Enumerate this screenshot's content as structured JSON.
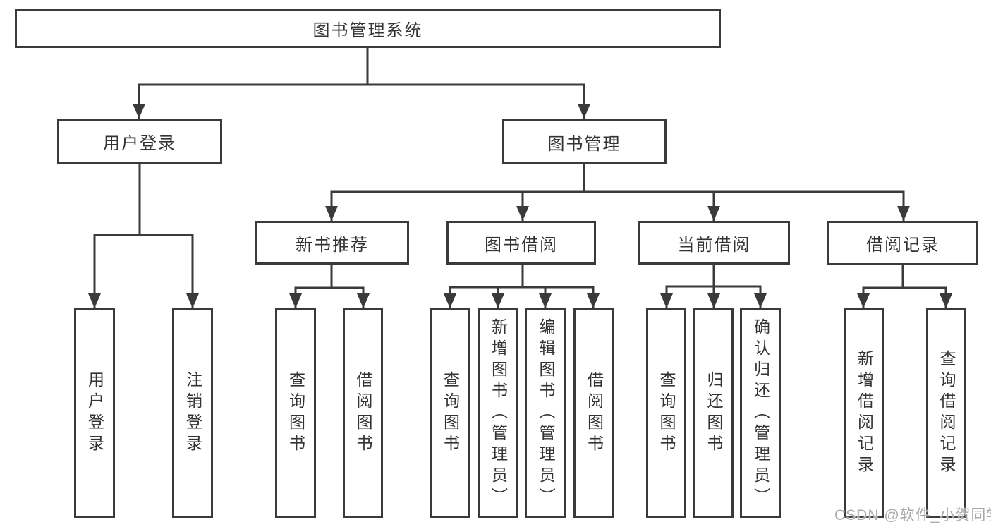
{
  "diagram_type": "hierarchy-tree",
  "root": {
    "label": "图书管理系统"
  },
  "level2": [
    {
      "id": "user-login",
      "label": "用户登录",
      "parent": "图书管理系统"
    },
    {
      "id": "book-management",
      "label": "图书管理",
      "parent": "图书管理系统"
    }
  ],
  "level3": [
    {
      "id": "new-book-recommend",
      "label": "新书推荐",
      "parent": "图书管理"
    },
    {
      "id": "book-borrow",
      "label": "图书借阅",
      "parent": "图书管理"
    },
    {
      "id": "current-borrow",
      "label": "当前借阅",
      "parent": "图书管理"
    },
    {
      "id": "borrow-records",
      "label": "借阅记录",
      "parent": "图书管理"
    }
  ],
  "leaves": [
    {
      "label": "用户登录",
      "parent": "用户登录"
    },
    {
      "label": "注销登录",
      "parent": "用户登录"
    },
    {
      "label": "查询图书",
      "parent": "新书推荐"
    },
    {
      "label": "借阅图书",
      "parent": "新书推荐"
    },
    {
      "label": "查询图书",
      "parent": "图书借阅"
    },
    {
      "label": "新增图书（管理员）",
      "parent": "图书借阅"
    },
    {
      "label": "编辑图书（管理员）",
      "parent": "图书借阅"
    },
    {
      "label": "借阅图书",
      "parent": "图书借阅"
    },
    {
      "label": "查询图书",
      "parent": "当前借阅"
    },
    {
      "label": "归还图书",
      "parent": "当前借阅"
    },
    {
      "label": "确认归还（管理员）",
      "parent": "当前借阅"
    },
    {
      "label": "新增借阅记录",
      "parent": "借阅记录"
    },
    {
      "label": "查询借阅记录",
      "parent": "借阅记录"
    }
  ],
  "watermark": {
    "text": "CSDN @软件_小贺同学"
  },
  "colors": {
    "line": "#3a3a3a",
    "text": "#333333",
    "watermark": "#a9a9a9",
    "background": "#ffffff"
  }
}
